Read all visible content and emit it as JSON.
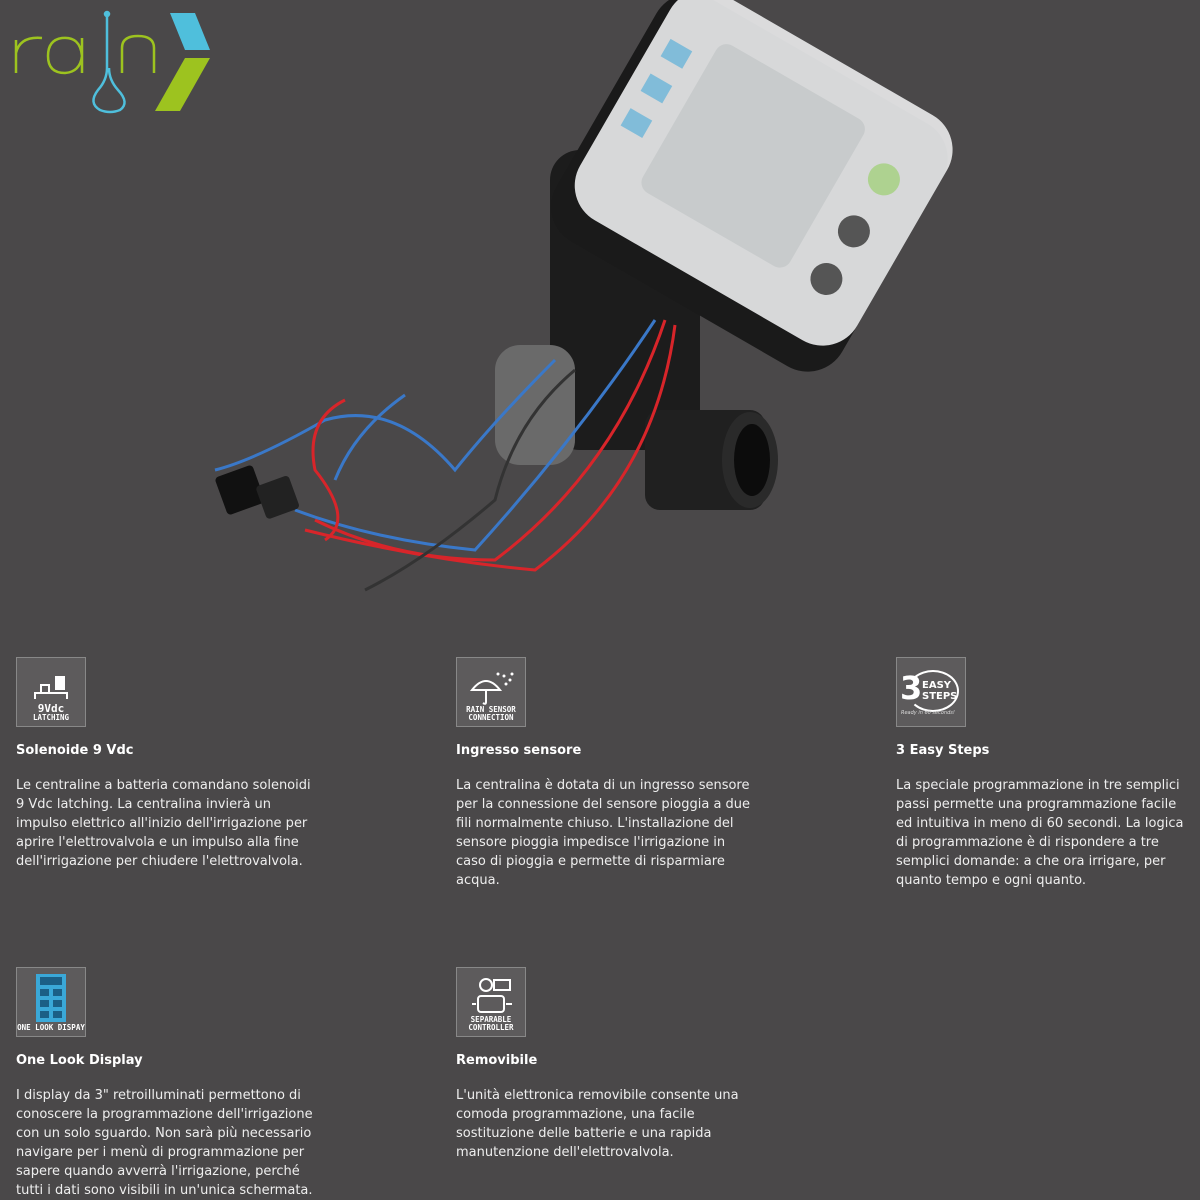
{
  "brand": {
    "logo_text": "rain",
    "colors": {
      "green": "#9dc31f",
      "blue": "#4fbfdc",
      "background": "#4a4849"
    }
  },
  "features": [
    {
      "icon": "9vdc-latching-icon",
      "icon_label": [
        "9Vdc",
        "LATCHING"
      ],
      "title": "Solenoide 9 Vdc",
      "text": "Le centraline a batteria comandano solenoidi 9 Vdc latching. La centralina invierà un impulso elettrico all'inizio dell'irrigazione per aprire l'elettrovalvola e un impulso alla fine dell'irrigazione per chiudere l'elettrovalvola."
    },
    {
      "icon": "rain-sensor-icon",
      "icon_label": [
        "RAIN SENSOR",
        "CONNECTION"
      ],
      "title": "Ingresso sensore",
      "text": "La centralina è dotata di un ingresso sensore per la connessione del sensore pioggia a due fili normalmente chiuso. L'installazione del sensore pioggia impedisce l'irrigazione in caso di pioggia e permette di risparmiare acqua."
    },
    {
      "icon": "easy-steps-icon",
      "icon_label": [
        "3",
        "EASY",
        "STEPS",
        "Ready in 60 seconds!"
      ],
      "title": "3 Easy Steps",
      "text": "La speciale programmazione in tre semplici passi permette una programmazione facile ed intuitiva in meno di 60 secondi. La logica di programmazione è di rispondere a tre semplici domande: a che ora irrigare, per quanto tempo e ogni quanto."
    },
    {
      "icon": "display-icon",
      "icon_label": [
        "ONE LOOK DISPAY"
      ],
      "title": "One Look Display",
      "text": "I display da 3\" retroilluminati permettono di conoscere la programmazione dell'irrigazione con un solo sguardo. Non sarà più necessario navigare per i menù di programmazione per sapere quando avverrà l'irrigazione, perché tutti i dati sono visibili in un'unica schermata."
    },
    {
      "icon": "separable-controller-icon",
      "icon_label": [
        "SEPARABLE",
        "CONTROLLER"
      ],
      "title": "Removibile",
      "text": "L'unità elettronica removibile consente una comoda programmazione, una facile sostituzione delle batterie e una rapida manutenzione dell'elettrovalvola."
    }
  ]
}
